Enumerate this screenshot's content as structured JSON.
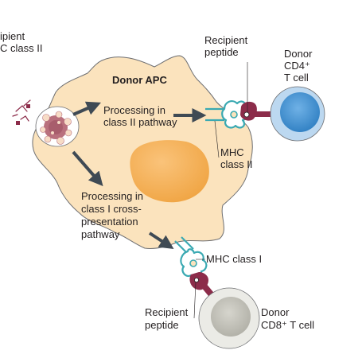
{
  "labels": {
    "recipient_mhc_line1": "ipient",
    "recipient_mhc_line2": "C class II",
    "donor_apc": "Donor APC",
    "processing_class2_line1": "Processing in",
    "processing_class2_line2": "class II pathway",
    "processing_class1_line1": "Processing in",
    "processing_class1_line2": "class I cross-",
    "processing_class1_line3": "presentation",
    "processing_class1_line4": "pathway",
    "recipient_peptide_top_line1": "Recipient",
    "recipient_peptide_top_line2": "peptide",
    "donor_cd4_line1": "Donor",
    "donor_cd4_line2": "CD4⁺",
    "donor_cd4_line3": "T cell",
    "mhc_class2_line1": "MHC",
    "mhc_class2_line2": "class II",
    "mhc_class1": "MHC class I",
    "recipient_peptide_bottom_line1": "Recipient",
    "recipient_peptide_bottom_line2": "peptide",
    "donor_cd8_line1": "Donor",
    "donor_cd8_line2": "CD8⁺ T cell"
  },
  "colors": {
    "apc_fill": "#fbe3bd",
    "apc_stroke": "#6d6e71",
    "nucleus_fill": "#f5b45c",
    "arrow": "#3f4a54",
    "mhc_teal": "#3aa9b2",
    "tcr_maroon": "#8c2c4a",
    "cd4_outer": "#bcd8f0",
    "cd4_inner": "#3f8fd0",
    "cd8_outer": "#ebebe6",
    "cd8_inner": "#c7c6bd",
    "vesicle": "#b9707d"
  }
}
